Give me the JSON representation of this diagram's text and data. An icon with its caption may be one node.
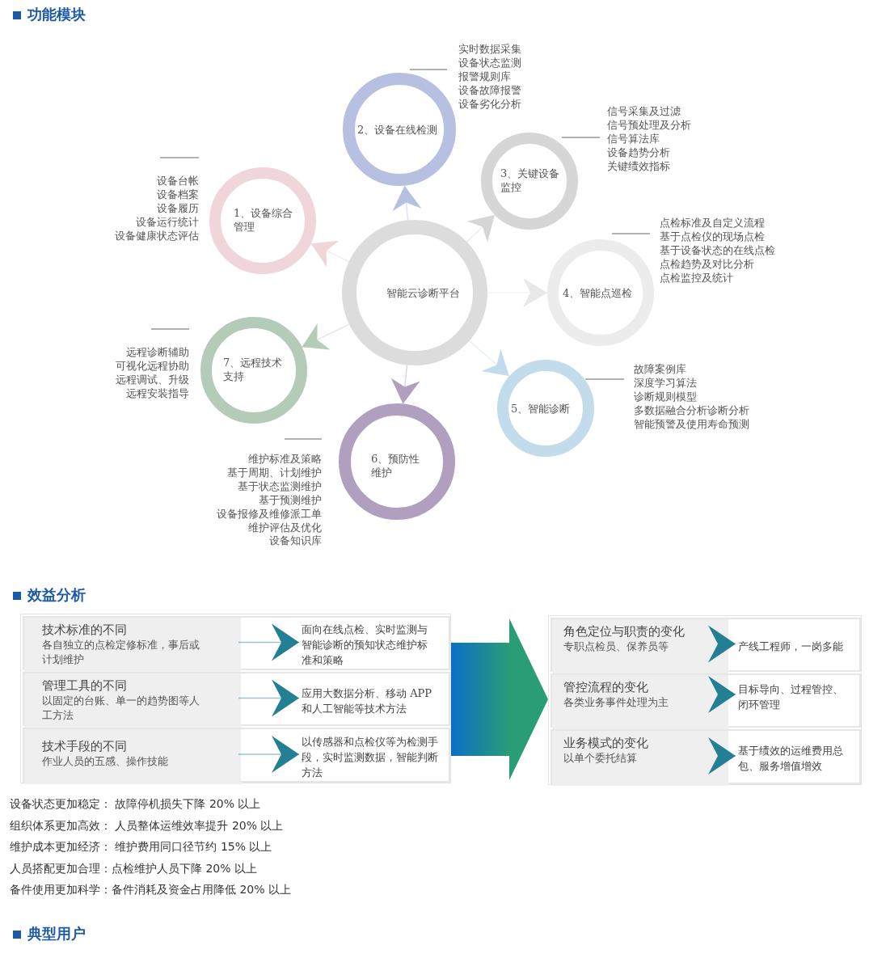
{
  "diagram": {
    "nodes": [
      {
        "text": [
          "智能云诊断平台"
        ]
      },
      {
        "text": [
          "1、设备综合管理"
        ],
        "beside": [
          "设备台帐",
          "设备档案",
          "设备履历",
          "设备运行统计",
          "设备健康状态评估"
        ]
      },
      {
        "text": [
          "2、设备在线检测"
        ],
        "beside": [
          "实时数据采集",
          "设备状态监测",
          "报警规则库",
          "设备故障报警",
          "设备劣化分析"
        ]
      },
      {
        "text": [
          "3、关键设备监控"
        ],
        "beside": [
          "信号采集及过滤",
          "信号预处理及分析",
          "信号算法库",
          "设备趋势分析",
          "关键绩效指标"
        ]
      },
      {
        "text": [
          "4、智能点巡检"
        ],
        "beside": [
          "点检标准及自定义流程",
          "基于点检仪的现场点检",
          "基于设备状态的在线点检",
          "点检趋势及对比分析",
          "点检监控及统计"
        ]
      },
      {
        "text": [
          "5、智能诊断"
        ],
        "beside": [
          "故障案例库",
          "深度学习算法",
          "诊断规则模型",
          "多数据融合分析诊断分析",
          "智能预警及使用寿命预测"
        ]
      },
      {
        "text": [
          "6、预防性维护"
        ],
        "beside": [
          "维护标准及策略",
          "基于周期、计划维护",
          "基于状态监测维护",
          "基于预测维护",
          "设备报修及维修派工单",
          "维护评估及优化",
          "设备知识库"
        ]
      },
      {
        "text": [
          "7、远程技术支持"
        ],
        "beside": [
          "远程诊断辅助",
          "可视化远程协助",
          "远程调试、升级",
          "远程安装指导"
        ]
      },
      {
        "text": [],
        "shape": "box"
      },
      {
        "text": [],
        "shape": "box",
        "in": 8
      },
      {
        "text": [
          "技术标准的不同",
          "各自独立的点检定修标准，事后或计划维护"
        ],
        "in": 9
      },
      {
        "text": [
          "面向在线点检、实时监测与智能诊断的预知状态维护标准和策略"
        ],
        "in": 9
      },
      {
        "text": [],
        "shape": "box",
        "in": 8
      },
      {
        "text": [
          "管理工具的不同",
          "以固定的台账、单一的趋势图等人工方法"
        ],
        "in": 12
      },
      {
        "text": [
          "应用大数据分析、移动 APP 和人工智能等技术方法"
        ],
        "in": 12
      },
      {
        "text": [],
        "shape": "box",
        "in": 8
      },
      {
        "text": [
          "技术手段的不同",
          "作业人员的五感、操作技能"
        ],
        "in": 15
      },
      {
        "text": [
          "以传感器和点检仪等为检测手段，实时监测数据，智能判断方法"
        ],
        "in": 15
      },
      {
        "text": [],
        "shape": "box"
      },
      {
        "text": [],
        "shape": "box",
        "in": 18
      },
      {
        "text": [
          "角色定位与职责的变化",
          "专职点检员、保养员等"
        ],
        "in": 19
      },
      {
        "text": [
          "产线工程师，一岗多能"
        ],
        "in": 19
      },
      {
        "text": [],
        "shape": "box",
        "in": 18
      },
      {
        "text": [
          "管控流程的变化",
          "各类业务事件处理为主"
        ],
        "in": 22
      },
      {
        "text": [
          "目标导向、过程管控、闭环管理"
        ],
        "in": 22
      },
      {
        "text": [],
        "shape": "box",
        "in": 18
      },
      {
        "text": [
          "业务模式的变化",
          "以单个委托结算"
        ],
        "in": 25
      },
      {
        "text": [
          "基于绩效的运维费用总包、服务增值增效"
        ],
        "in": 25
      }
    ],
    "edges": [
      {
        "from": 0,
        "to": 1,
        "arrow": "to",
        "color": "#f0d5da"
      },
      {
        "from": 0,
        "to": 2,
        "arrow": "to",
        "color": "#b8c0e2"
      },
      {
        "from": 0,
        "to": 3,
        "arrow": "to",
        "color": "#d6d6d6"
      },
      {
        "from": 0,
        "to": 4,
        "arrow": "to",
        "color": "#e8e8e8"
      },
      {
        "from": 0,
        "to": 5,
        "arrow": "to",
        "color": "#c3dcec"
      },
      {
        "from": 0,
        "to": 6,
        "arrow": "to",
        "color": "#b19fc0"
      },
      {
        "from": 0,
        "to": 7,
        "arrow": "to",
        "color": "#b4cbb7"
      },
      {
        "from": 10,
        "to": 11,
        "arrow": "to"
      },
      {
        "from": 13,
        "to": 14,
        "arrow": "to"
      },
      {
        "from": 16,
        "to": 17,
        "arrow": "to"
      },
      {
        "from": 8,
        "to": 18,
        "arrow": "to",
        "style": "thick",
        "color": "#0a6fc6"
      },
      {
        "from": 20,
        "to": 21,
        "arrow": "to"
      },
      {
        "from": 23,
        "to": 24,
        "arrow": "to"
      },
      {
        "from": 26,
        "to": 27,
        "arrow": "to"
      }
    ],
    "labels": [
      "功能模块",
      "效益分析",
      "设备状态更加稳定： 故障停机损失下降 20% 以上",
      "组织体系更加高效： 人员整体运维效率提升 20% 以上",
      "维护成本更加经济： 维护费用同口径节约 15% 以上",
      "人员搭配更加合理：点检维护人员下降 20% 以上",
      "备件使用更加科学：备件消耗及资金占用降低 20% 以上",
      "典型用户"
    ]
  }
}
